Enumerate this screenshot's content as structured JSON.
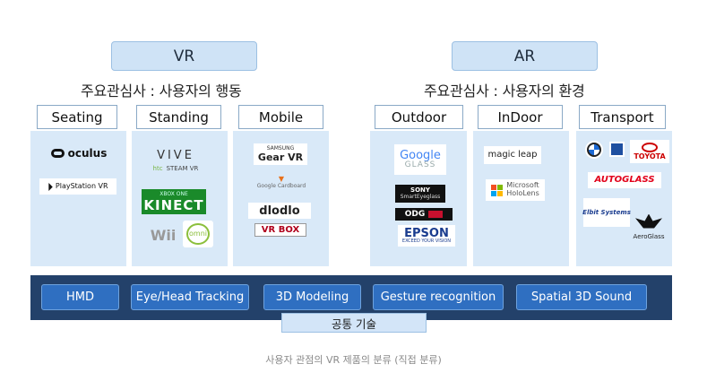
{
  "vr": {
    "title": "VR",
    "subtitle": "주요관심사 : 사용자의 행동",
    "categories": [
      {
        "label": "Seating",
        "logos": [
          "oculus",
          "PlayStation VR"
        ]
      },
      {
        "label": "Standing",
        "logos": [
          "VIVE",
          "htc",
          "STEAM VR",
          "XBOX ONE",
          "KINECT",
          "Wii",
          "omni"
        ]
      },
      {
        "label": "Mobile",
        "logos": [
          "SAMSUNG",
          "Gear VR",
          "Google Cardboard",
          "dlodlo",
          "VR BOX"
        ]
      }
    ]
  },
  "ar": {
    "title": "AR",
    "subtitle": "주요관심사 : 사용자의 환경",
    "categories": [
      {
        "label": "Outdoor",
        "logos": [
          "Google",
          "GLASS",
          "SONY",
          "SmartEyeglass",
          "ODG",
          "EPSON",
          "EXCEED YOUR VISION"
        ]
      },
      {
        "label": "InDoor",
        "logos": [
          "magic leap",
          "Microsoft",
          "HoloLens"
        ]
      },
      {
        "label": "Transport",
        "logos": [
          "TOYOTA",
          "AUTOGLASS",
          "Elbit Systems",
          "AeroGlass"
        ]
      }
    ]
  },
  "technologies": [
    "HMD",
    "Eye/Head Tracking",
    "3D Modeling",
    "Gesture recognition",
    "Spatial 3D Sound"
  ],
  "common_label": "공통 기술",
  "caption": "사용자 관점의 VR 제품의 분류 (직접 분류)",
  "colors": {
    "panel": "#d9e9f8",
    "band": "#23416a",
    "pill": "#2f6fc1",
    "header": "#cfe3f6"
  }
}
